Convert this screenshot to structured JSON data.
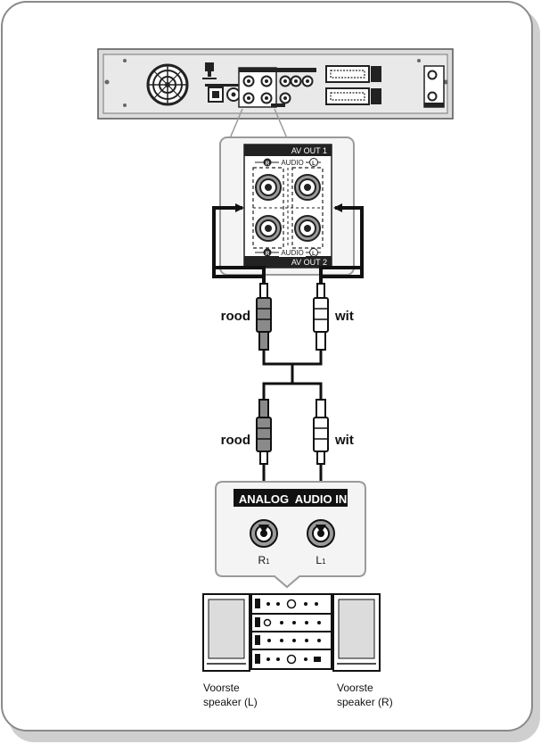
{
  "panel_av_out_1": "AV OUT 1",
  "panel_av_out_2": "AV OUT 2",
  "panel_audio_top": "AUDIO",
  "panel_audio_bottom": "AUDIO",
  "panel_r_top": "R",
  "panel_l_top": "L",
  "panel_r_bottom": "R",
  "panel_l_bottom": "L",
  "upper_left_plug_label": "rood",
  "upper_right_plug_label": "wit",
  "lower_left_plug_label": "rood",
  "lower_right_plug_label": "wit",
  "input_header_left": "ANALOG",
  "input_header_right": "AUDIO IN",
  "input_r_label": "R",
  "input_r_sub": "1",
  "input_l_label": "L",
  "input_l_sub": "1",
  "speaker_left_line1": "Voorste",
  "speaker_left_line2": "speaker (L)",
  "speaker_right_line1": "Voorste",
  "speaker_right_line2": "speaker (R)",
  "colors": {
    "frame_border": "#8a8a8a",
    "frame_shadow": "#c8c8c8",
    "device_body": "#e4e4e4",
    "panel_fill": "#f4f4f4",
    "dark": "#111111",
    "jack_ring": "#9a9a9a",
    "cable": "#111111"
  },
  "icons": {
    "fan": "fan-grille-icon",
    "ground": "ground-terminal-icon",
    "jack": "rca-jack-icon",
    "plug": "rca-plug-icon",
    "scart": "scart-connector-icon"
  }
}
